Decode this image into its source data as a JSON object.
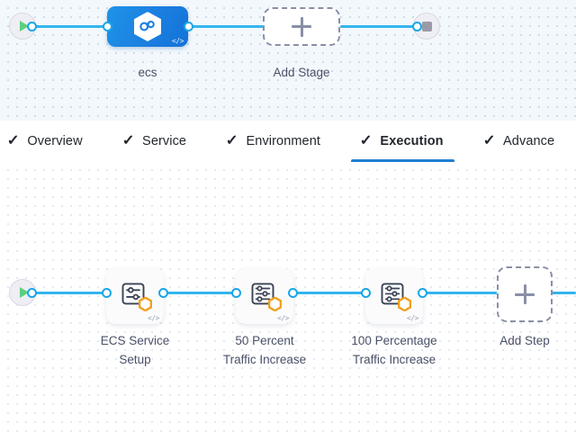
{
  "colors": {
    "edge": "#33b5ed",
    "port_ring": "#1aa6e8",
    "stage_node": "#1b7fe0",
    "active_tab_underline": "#1f7fd0",
    "play_green": "#5ad07d",
    "stop_gray": "#9a9aa8",
    "badge_orange": "#f0a020",
    "dashed_border": "#8a8fa6",
    "label_text": "#4a5169",
    "stage_canvas_bg": "#f2f8fc",
    "step_canvas_bg": "#ffffff"
  },
  "stage_graph": {
    "start_icon": "play-icon",
    "end_icon": "stop-icon",
    "nodes": [
      {
        "id": "ecs",
        "label": "ecs",
        "icon": "ecs-hexagon-icon",
        "code_glyph": "</>"
      }
    ],
    "add_stage": {
      "label": "Add Stage",
      "icon": "plus-icon"
    }
  },
  "tabs": {
    "check_glyph": "✓",
    "items": [
      {
        "label": "Overview",
        "active": false,
        "checked": true
      },
      {
        "label": "Service",
        "active": false,
        "checked": true
      },
      {
        "label": "Environment",
        "active": false,
        "checked": true
      },
      {
        "label": "Execution",
        "active": true,
        "checked": true
      },
      {
        "label": "Advance",
        "active": false,
        "checked": true
      }
    ]
  },
  "step_graph": {
    "start_icon": "play-icon",
    "steps": [
      {
        "label": "ECS Service\nSetup",
        "icon": "settings-sliders-icon",
        "badge": "orange-hexagon-badge",
        "code_glyph": "</>",
        "slider_rows": 2
      },
      {
        "label": "50 Percent\nTraffic Increase",
        "icon": "settings-sliders-icon",
        "badge": "orange-hexagon-badge",
        "code_glyph": "</>",
        "slider_rows": 3
      },
      {
        "label": "100 Percentage\nTraffic Increase",
        "icon": "settings-sliders-icon",
        "badge": "orange-hexagon-badge",
        "code_glyph": "</>",
        "slider_rows": 3
      }
    ],
    "add_step": {
      "label": "Add Step",
      "icon": "plus-icon"
    }
  }
}
